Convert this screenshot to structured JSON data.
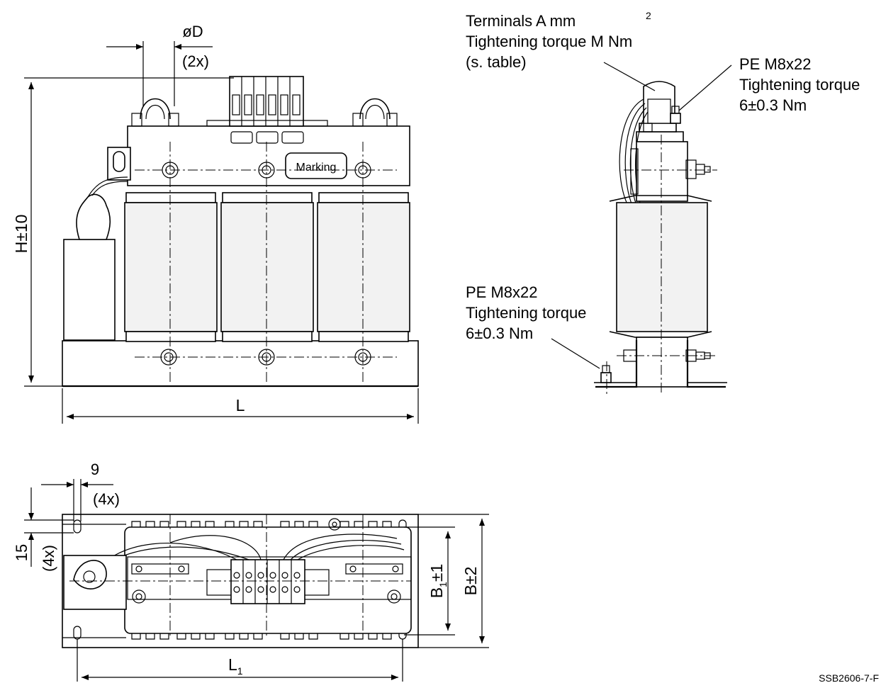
{
  "dimensions": {
    "diameter": "øD",
    "diameter_count": "(2x)",
    "height": "H±10",
    "length": "L",
    "length_1": "L",
    "length_1_sub": "1",
    "slot_width": "9",
    "slot_count": "(4x)",
    "slot_offset": "15",
    "slot_offset_count": "(4x)",
    "width_1": "B",
    "width_1_sub": "1",
    "width_1_tol": "±1",
    "width": "B±2"
  },
  "callouts": {
    "terminals": {
      "line1_main": "Terminals A mm",
      "line1_sup": "2",
      "line2": "Tightening torque M Nm",
      "line3": "(s. table)"
    },
    "pe_top": {
      "line1": "PE M8x22",
      "line2": "Tightening torque",
      "line3": "6±0.3 Nm"
    },
    "pe_bottom": {
      "line1": "PE M8x22",
      "line2": "Tightening torque",
      "line3": "6±0.3 Nm"
    }
  },
  "marking_label": "Marking",
  "drawing_id": "SSB2606-7-F"
}
